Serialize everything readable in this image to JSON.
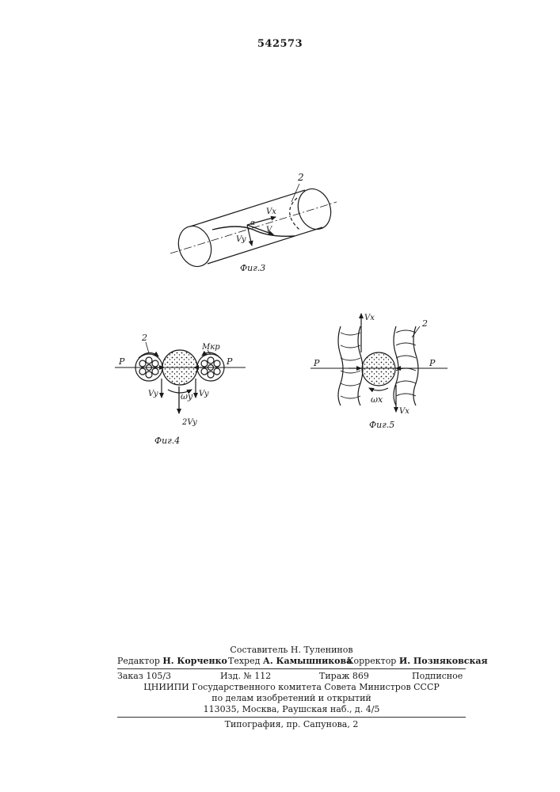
{
  "page_number": "542573",
  "fig3": {
    "caption": "Фиг.3",
    "label_2": "2",
    "label_vx": "Vx",
    "label_vy": "Vy",
    "label_v": "V",
    "label_alpha": "α"
  },
  "fig4": {
    "caption": "Фиг.4",
    "label_2": "2",
    "label_mkr": "Mкр",
    "label_p_left": "P",
    "label_p_right": "P",
    "label_vy_left": "Vy",
    "label_vy_right": "Vy",
    "label_omega": "ωy",
    "label_2vy": "2Vy"
  },
  "fig5": {
    "caption": "Фиг.5",
    "label_2": "2",
    "label_vx_top": "Vx",
    "label_vx_bottom": "Vx",
    "label_p_left": "P",
    "label_p_right": "P",
    "label_omega": "ωx"
  },
  "footer": {
    "composer": "Составитель Н. Туленинов",
    "editor_role": "Редактор",
    "editor_name": "Н. Корченко",
    "techred_role": "Техред",
    "techred_name": "А. Камышникова",
    "corrector_role": "Корректор",
    "corrector_name": "И. Позняковская",
    "order": "Заказ 105/3",
    "edition": "Изд. № 112",
    "circulation": "Тираж 869",
    "subscription": "Подписное",
    "org_line1": "ЦНИИПИ Государственного комитета Совета Министров СССР",
    "org_line2": "по делам изобретений и открытий",
    "org_line3": "113035, Москва, Раушская наб., д. 4/5",
    "printer": "Типография, пр. Сапунова, 2"
  }
}
